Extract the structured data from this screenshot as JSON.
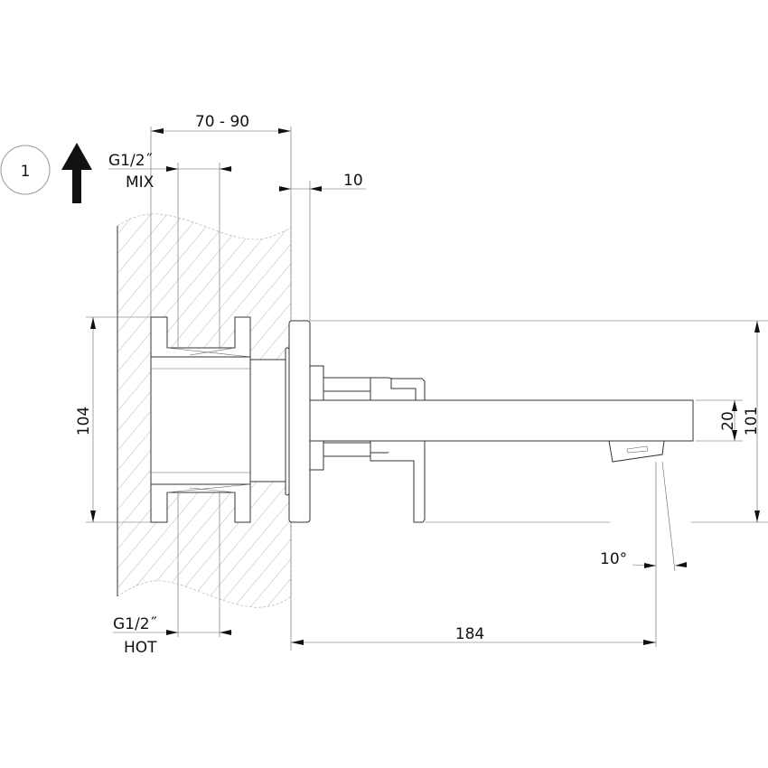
{
  "view_number": "1",
  "dimensions": {
    "wall_depth": "70  -  90",
    "inlet_mix_size": "G1/2˝",
    "inlet_mix_label": "MIX",
    "inlet_hot_size": "G1/2˝",
    "inlet_hot_label": "HOT",
    "plate_thickness": "10",
    "body_height": "104",
    "spout_height": "20",
    "overall_height": "101",
    "spout_projection": "184",
    "aerator_angle": "10°"
  },
  "icons": {
    "direction": "up-arrow-icon"
  }
}
